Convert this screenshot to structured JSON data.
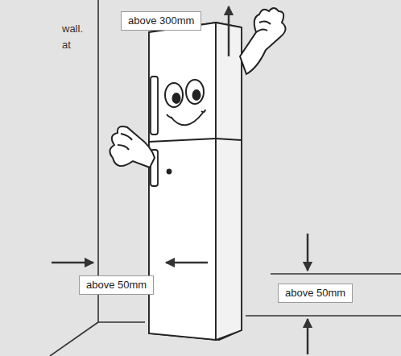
{
  "diagram": {
    "labels": [
      "wall.",
      "at",
      "above 300mm",
      "above 50mm",
      "above 50mm"
    ]
  }
}
